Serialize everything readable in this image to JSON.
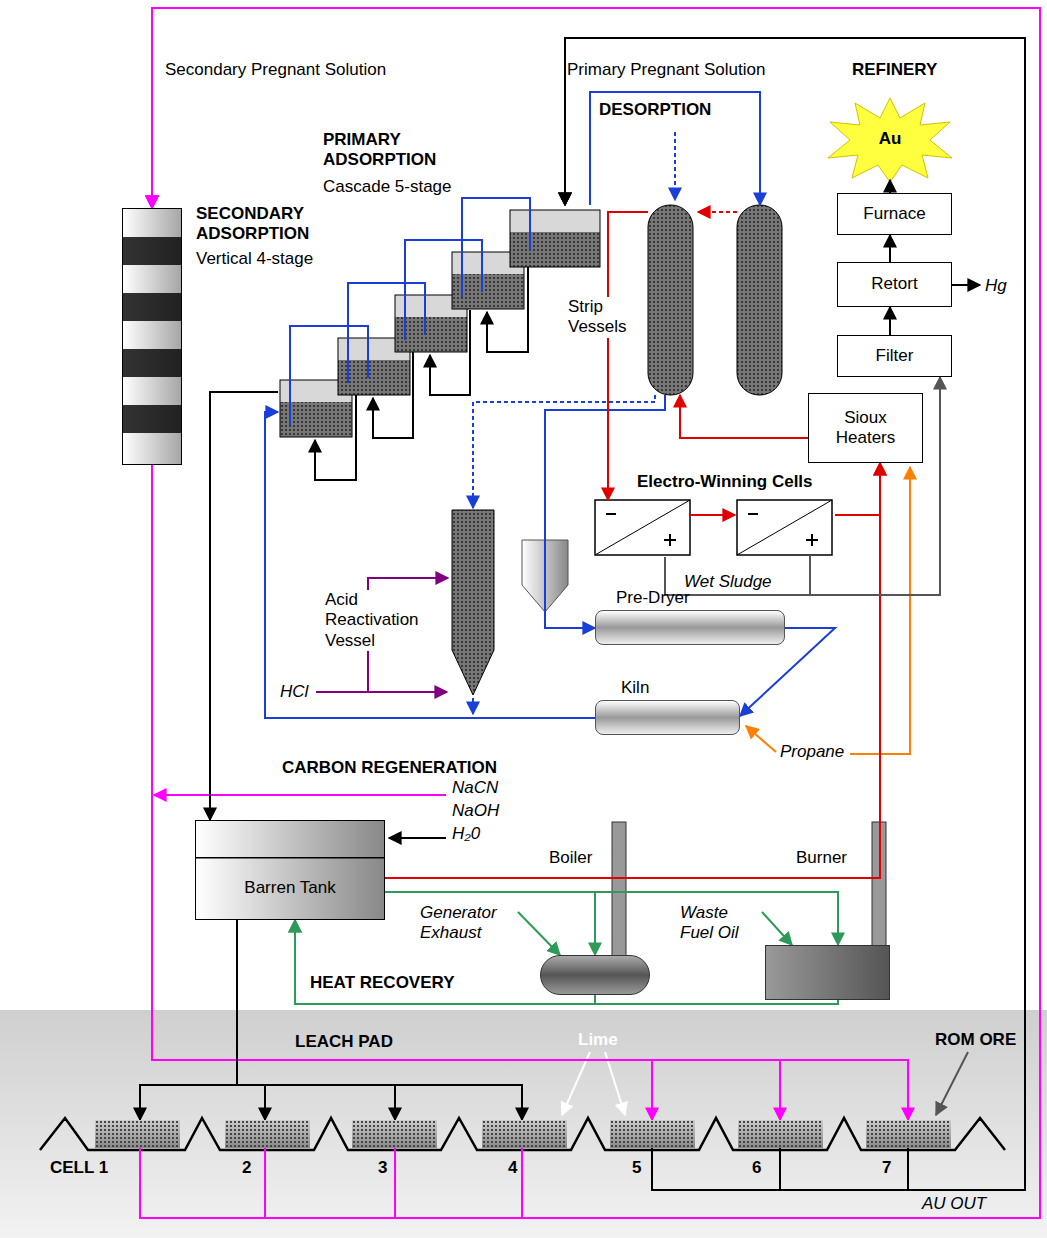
{
  "diagram": {
    "nodes": [
      {
        "text": [
          "SECONDARY ADSORPTION",
          "Vertical 4-stage"
        ]
      },
      {
        "text": [
          "PRIMARY ADSORPTION",
          "Cascade 5-stage"
        ]
      },
      {
        "text": [
          "Au"
        ]
      },
      {
        "text": [
          "Furnace"
        ]
      },
      {
        "text": [
          "Retort"
        ]
      },
      {
        "text": [
          "Strip Vessels"
        ]
      },
      {
        "text": [
          "Filter"
        ]
      },
      {
        "text": [
          "Sioux Heaters"
        ]
      },
      {
        "text": [
          "Electro-Winning Cells"
        ]
      },
      {
        "text": [
          "Acid Reactivation Vessel"
        ]
      },
      {
        "text": [
          "Pre-Dryer"
        ]
      },
      {
        "text": [
          "Kiln"
        ]
      },
      {
        "text": [
          "Barren Tank"
        ]
      },
      {
        "text": [
          "Boiler"
        ]
      },
      {
        "text": [
          "Burner"
        ]
      },
      {
        "text": [
          "LEACH PAD"
        ]
      },
      {
        "text": [
          "CELL 1"
        ],
        "in": 15
      },
      {
        "text": [
          "2"
        ],
        "in": 15
      },
      {
        "text": [
          "3"
        ],
        "in": 15
      },
      {
        "text": [
          "4"
        ],
        "in": 15
      },
      {
        "text": [
          "5"
        ],
        "in": 15
      },
      {
        "text": [
          "6"
        ],
        "in": 15
      },
      {
        "text": [
          "7"
        ],
        "in": 15
      }
    ],
    "edges": [
      {
        "from": 16,
        "to": 0,
        "arrow": "to"
      },
      {
        "from": 17,
        "to": 0,
        "arrow": "to"
      },
      {
        "from": 18,
        "to": 0,
        "arrow": "to"
      },
      {
        "from": 19,
        "to": 0,
        "arrow": "to"
      },
      {
        "from": 0,
        "to": 20,
        "arrow": "to"
      },
      {
        "from": 0,
        "to": 21,
        "arrow": "to"
      },
      {
        "from": 0,
        "to": 22,
        "arrow": "to"
      },
      {
        "from": 12,
        "to": 16,
        "arrow": "to"
      },
      {
        "from": 12,
        "to": 17,
        "arrow": "to"
      },
      {
        "from": 12,
        "to": 18,
        "arrow": "to"
      },
      {
        "from": 12,
        "to": 19,
        "arrow": "to"
      },
      {
        "from": 20,
        "to": 1,
        "arrow": "to"
      },
      {
        "from": 21,
        "to": 1,
        "arrow": "to"
      },
      {
        "from": 22,
        "to": 1,
        "arrow": "to"
      },
      {
        "from": 1,
        "to": 12,
        "arrow": "to"
      },
      {
        "from": 1,
        "to": 5,
        "arrow": "to"
      },
      {
        "from": 5,
        "to": 9,
        "arrow": "to"
      },
      {
        "from": 5,
        "to": 10,
        "arrow": "to"
      },
      {
        "from": 10,
        "to": 11,
        "arrow": "to"
      },
      {
        "from": 11,
        "to": 1,
        "arrow": "to"
      },
      {
        "from": 5,
        "to": 8,
        "arrow": "to"
      },
      {
        "from": 8,
        "to": 7,
        "arrow": "to"
      },
      {
        "from": 7,
        "to": 5,
        "arrow": "to"
      },
      {
        "from": 12,
        "to": 7,
        "arrow": "to"
      },
      {
        "from": 8,
        "to": 6,
        "arrow": "to"
      },
      {
        "from": 6,
        "to": 4,
        "arrow": "to"
      },
      {
        "from": 4,
        "to": 3,
        "arrow": "to"
      },
      {
        "from": 3,
        "to": 2,
        "arrow": "to"
      },
      {
        "from": 12,
        "to": 13,
        "arrow": "to"
      },
      {
        "from": 12,
        "to": 14,
        "arrow": "to"
      },
      {
        "from": 13,
        "to": 12,
        "arrow": "to"
      },
      {
        "from": 14,
        "to": 12,
        "arrow": "to"
      }
    ],
    "labels": [
      "Secondary Pregnant Solution",
      "Primary Pregnant Solution",
      "REFINERY",
      "DESORPTION",
      "Hg",
      "Wet Sludge",
      "HCl",
      "CARBON REGENERATION",
      "Propane",
      "NaCN",
      "NaOH",
      "H₂0",
      "Generator Exhaust",
      "Waste Fuel Oil",
      "HEAT RECOVERY",
      "Lime",
      "ROM ORE",
      "AU OUT"
    ]
  }
}
